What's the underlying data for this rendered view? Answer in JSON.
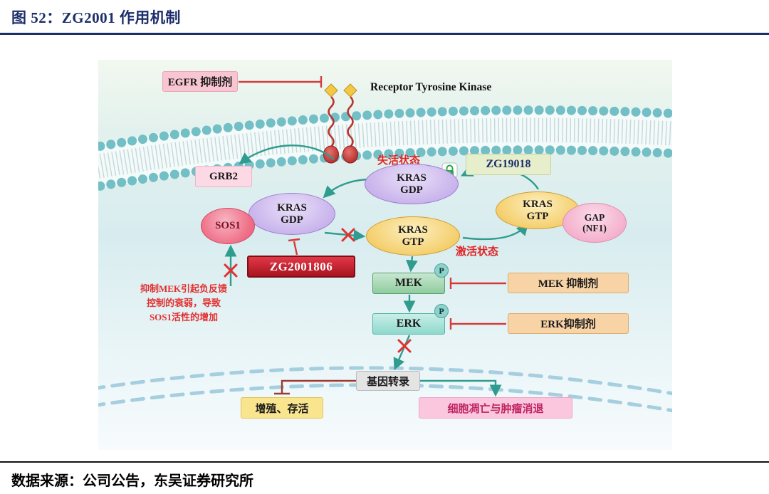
{
  "header": {
    "title": "图 52：ZG2001 作用机制"
  },
  "footer": {
    "source": "数据来源：公司公告，东吴证券研究所"
  },
  "colors": {
    "navy": "#1c2e6b",
    "red": "#e02525",
    "teal": "#2f9c8e",
    "crimson": "#b6101f"
  },
  "diagram": {
    "egfr_inhibitor": "EGFR 抑制剂",
    "rtk": "Receptor Tyrosine Kinase",
    "inactive_state": "失活状态",
    "active_state": "激活状态",
    "zg19018": "ZG19018",
    "zg2001806": "ZG2001806",
    "grb2": "GRB2",
    "sos1": "SOS1",
    "kras": "KRAS",
    "gdp": "GDP",
    "gtp": "GTP",
    "gap_line1": "GAP",
    "gap_line2": "(NF1)",
    "mek": "MEK",
    "erk": "ERK",
    "phospho": "P",
    "mek_inhibitor": "MEK 抑制剂",
    "erk_inhibitor": "ERK抑制剂",
    "feedback_line1": "抑制MEK引起负反馈",
    "feedback_line2": "控制的衰弱，导致",
    "feedback_line3": "SOS1活性的增加",
    "gene_transcription": "基因转录",
    "proliferation": "增殖、存活",
    "apoptosis": "细胞凋亡与肿瘤消退"
  }
}
